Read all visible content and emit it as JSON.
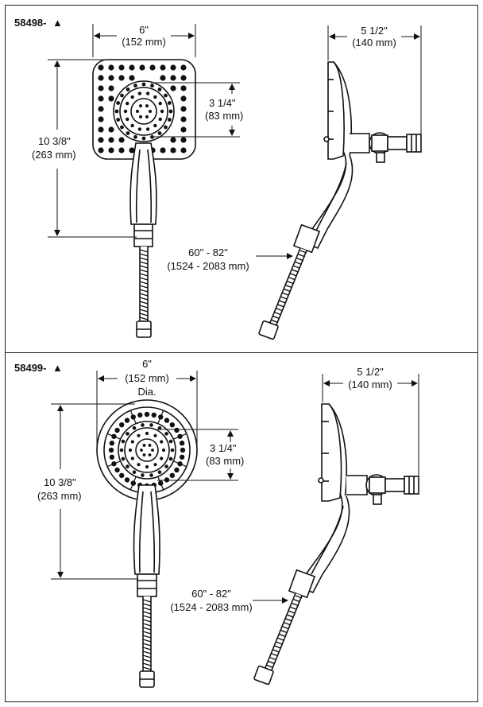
{
  "top": {
    "model": "58498-",
    "model_symbol": "▲",
    "width_in": "6\"",
    "width_mm": "(152 mm)",
    "inner_in": "3 1/4\"",
    "inner_mm": "(83 mm)",
    "height_in": "10 3/8\"",
    "height_mm": "(263 mm)",
    "depth_in": "5 1/2\"",
    "depth_mm": "(140 mm)",
    "hose_in": "60\" - 82\"",
    "hose_mm": "(1524 - 2083 mm)"
  },
  "bottom": {
    "model": "58499-",
    "model_symbol": "▲",
    "width_in": "6\"",
    "width_mm": "(152 mm)",
    "width_note": "Dia.",
    "inner_in": "3 1/4\"",
    "inner_mm": "(83 mm)",
    "height_in": "10 3/8\"",
    "height_mm": "(263 mm)",
    "depth_in": "5 1/2\"",
    "depth_mm": "(140 mm)",
    "hose_in": "60\" - 82\"",
    "hose_mm": "(1524 - 2083 mm)"
  }
}
